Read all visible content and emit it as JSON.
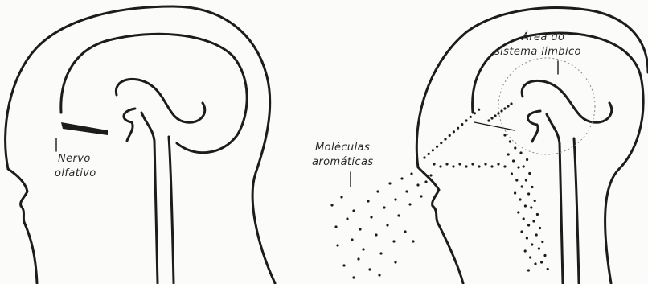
{
  "labels": {
    "olfactory_nerve_line1": "Nervo",
    "olfactory_nerve_line2": "olfativo",
    "aromatic_molecules_line1": "Moléculas",
    "aromatic_molecules_line2": "aromáticas",
    "limbic_area_line1": "Área do",
    "limbic_area_line2": "sistema límbico"
  }
}
